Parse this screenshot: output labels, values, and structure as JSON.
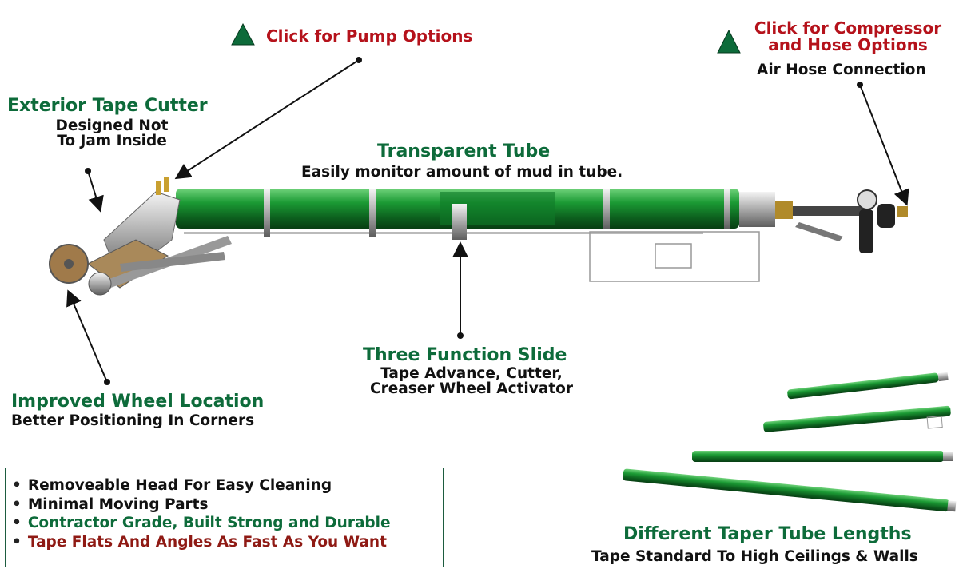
{
  "links": {
    "pump": "Click for Pump Options",
    "compressor_line1": "Click for Compressor",
    "compressor_line2": "and Hose Options"
  },
  "callouts": {
    "air_hose": "Air Hose Connection",
    "cutter_title": "Exterior Tape Cutter",
    "cutter_line1": "Designed Not",
    "cutter_line2": "To Jam Inside",
    "tube_title": "Transparent Tube",
    "tube_desc": "Easily monitor amount of mud in tube.",
    "slide_title": "Three Function Slide",
    "slide_line1": "Tape Advance, Cutter,",
    "slide_line2": "Creaser Wheel Activator",
    "wheel_title": "Improved Wheel Location",
    "wheel_desc": "Better Positioning In Corners",
    "lengths_title": "Different Taper Tube Lengths",
    "lengths_desc": "Tape Standard To High Ceilings & Walls"
  },
  "features": [
    "Removeable Head For Easy Cleaning",
    "Minimal Moving Parts",
    "Contractor Grade, Built Strong and Durable",
    "Tape Flats And Angles As Fast As You Want"
  ],
  "colors": {
    "title_green": "#0d6b3a",
    "link_red": "#b5121b",
    "tube_green": "#1a8a2e",
    "border": "#1d5c3f"
  },
  "icons": {
    "link_marker": "triangle-icon"
  }
}
